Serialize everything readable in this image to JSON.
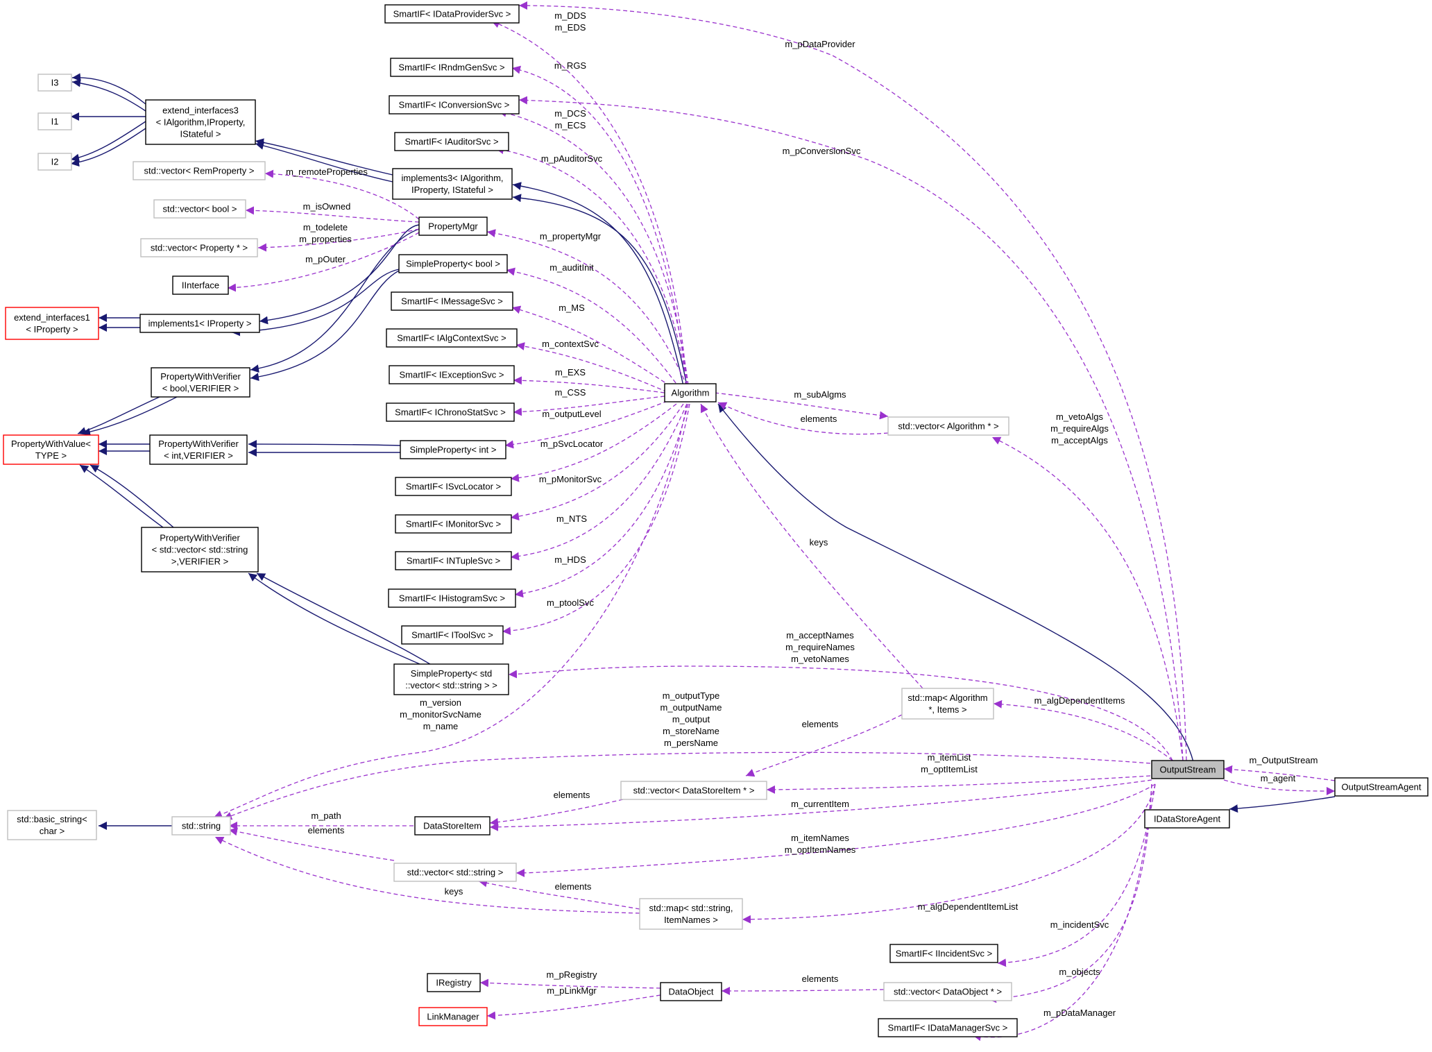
{
  "diagram": {
    "nodes": [
      {
        "id": "I3",
        "style": "g",
        "lines": [
          "I3"
        ]
      },
      {
        "id": "I1",
        "style": "g",
        "lines": [
          "I1"
        ]
      },
      {
        "id": "I2",
        "style": "g",
        "lines": [
          "I2"
        ]
      },
      {
        "id": "extend3",
        "style": "b",
        "lines": [
          "extend_interfaces3",
          "< IAlgorithm,IProperty,",
          "IStateful >"
        ]
      },
      {
        "id": "vecRemProp",
        "style": "g",
        "lines": [
          "std::vector< RemProperty >"
        ]
      },
      {
        "id": "vecBool",
        "style": "g",
        "lines": [
          "std::vector< bool >"
        ]
      },
      {
        "id": "vecPropPtr",
        "style": "g",
        "lines": [
          "std::vector< Property * >"
        ]
      },
      {
        "id": "IInterface",
        "style": "b",
        "lines": [
          "IInterface"
        ]
      },
      {
        "id": "extend1",
        "style": "r",
        "lines": [
          "extend_interfaces1",
          "< IProperty >"
        ]
      },
      {
        "id": "impl1",
        "style": "b",
        "lines": [
          "implements1< IProperty >"
        ]
      },
      {
        "id": "PWVbool",
        "style": "b",
        "lines": [
          "PropertyWithVerifier",
          "< bool,VERIFIER >"
        ]
      },
      {
        "id": "PWValue",
        "style": "r",
        "lines": [
          "PropertyWithValue<",
          "TYPE >"
        ]
      },
      {
        "id": "PWVint",
        "style": "b",
        "lines": [
          "PropertyWithVerifier",
          "< int,VERIFIER >"
        ]
      },
      {
        "id": "PWVvec",
        "style": "b",
        "lines": [
          "PropertyWithVerifier",
          "< std::vector< std::string",
          ">,VERIFIER >"
        ]
      },
      {
        "id": "basicString",
        "style": "g",
        "lines": [
          "std::basic_string<",
          "char >"
        ]
      },
      {
        "id": "stdString",
        "style": "g",
        "lines": [
          "std::string"
        ]
      },
      {
        "id": "sIDataProv",
        "style": "b",
        "lines": [
          "SmartIF< IDataProviderSvc >"
        ]
      },
      {
        "id": "sIRndm",
        "style": "b",
        "lines": [
          "SmartIF< IRndmGenSvc >"
        ]
      },
      {
        "id": "sIConv",
        "style": "b",
        "lines": [
          "SmartIF< IConversionSvc >"
        ]
      },
      {
        "id": "sIAudit",
        "style": "b",
        "lines": [
          "SmartIF< IAuditorSvc >"
        ]
      },
      {
        "id": "impl3",
        "style": "b",
        "lines": [
          "implements3< IAlgorithm,",
          "IProperty, IStateful >"
        ]
      },
      {
        "id": "PropertyMgr",
        "style": "b",
        "lines": [
          "PropertyMgr"
        ]
      },
      {
        "id": "SPbool",
        "style": "b",
        "lines": [
          "SimpleProperty< bool >"
        ]
      },
      {
        "id": "sIMsg",
        "style": "b",
        "lines": [
          "SmartIF< IMessageSvc >"
        ]
      },
      {
        "id": "sIAlgCtx",
        "style": "b",
        "lines": [
          "SmartIF< IAlgContextSvc >"
        ]
      },
      {
        "id": "sIExc",
        "style": "b",
        "lines": [
          "SmartIF< IExceptionSvc >"
        ]
      },
      {
        "id": "sIChrono",
        "style": "b",
        "lines": [
          "SmartIF< IChronoStatSvc >"
        ]
      },
      {
        "id": "SPint",
        "style": "b",
        "lines": [
          "SimpleProperty< int >"
        ]
      },
      {
        "id": "sISvcLoc",
        "style": "b",
        "lines": [
          "SmartIF< ISvcLocator >"
        ]
      },
      {
        "id": "sIMon",
        "style": "b",
        "lines": [
          "SmartIF< IMonitorSvc >"
        ]
      },
      {
        "id": "sINTuple",
        "style": "b",
        "lines": [
          "SmartIF< INTupleSvc >"
        ]
      },
      {
        "id": "sIHist",
        "style": "b",
        "lines": [
          "SmartIF< IHistogramSvc >"
        ]
      },
      {
        "id": "sITool",
        "style": "b",
        "lines": [
          "SmartIF< IToolSvc >"
        ]
      },
      {
        "id": "SPvec",
        "style": "b",
        "lines": [
          "SimpleProperty< std",
          "::vector< std::string > >"
        ]
      },
      {
        "id": "DataStoreItem",
        "style": "b",
        "lines": [
          "DataStoreItem"
        ]
      },
      {
        "id": "vecString",
        "style": "g",
        "lines": [
          "std::vector< std::string >"
        ]
      },
      {
        "id": "mapItemNames",
        "style": "g",
        "lines": [
          "std::map< std::string,",
          "ItemNames >"
        ]
      },
      {
        "id": "IRegistry",
        "style": "b",
        "lines": [
          "IRegistry"
        ]
      },
      {
        "id": "LinkManager",
        "style": "r",
        "lines": [
          "LinkManager"
        ]
      },
      {
        "id": "DataObject",
        "style": "b",
        "lines": [
          "DataObject"
        ]
      },
      {
        "id": "Algorithm",
        "style": "b",
        "lines": [
          "Algorithm"
        ]
      },
      {
        "id": "vecAlgPtr",
        "style": "g",
        "lines": [
          "std::vector< Algorithm * >"
        ]
      },
      {
        "id": "mapAlgItems",
        "style": "g",
        "lines": [
          "std::map< Algorithm",
          "*, Items >"
        ]
      },
      {
        "id": "vecDSIPtr",
        "style": "g",
        "lines": [
          "std::vector< DataStoreItem * >"
        ]
      },
      {
        "id": "vecDataObj",
        "style": "g",
        "lines": [
          "std::vector< DataObject * >"
        ]
      },
      {
        "id": "OutputStream",
        "style": "h",
        "lines": [
          "OutputStream"
        ]
      },
      {
        "id": "OutputStreamAgent",
        "style": "b",
        "lines": [
          "OutputStreamAgent"
        ]
      },
      {
        "id": "IDataStoreAgent",
        "style": "b",
        "lines": [
          "IDataStoreAgent"
        ]
      },
      {
        "id": "sIIncident",
        "style": "b",
        "lines": [
          "SmartIF< IIncidentSvc >"
        ]
      },
      {
        "id": "sIDataMgr",
        "style": "b",
        "lines": [
          "SmartIF< IDataManagerSvc >"
        ]
      }
    ],
    "edge_labels": [
      {
        "id": "e1",
        "lines": [
          "m_DDS",
          "m_EDS"
        ]
      },
      {
        "id": "e2",
        "lines": [
          "m_pDataProvider"
        ]
      },
      {
        "id": "e3",
        "lines": [
          "m_RGS"
        ]
      },
      {
        "id": "e4",
        "lines": [
          "m_DCS",
          "m_ECS"
        ]
      },
      {
        "id": "e5",
        "lines": [
          "m_pConversionSvc"
        ]
      },
      {
        "id": "e6",
        "lines": [
          "m_pAuditorSvc"
        ]
      },
      {
        "id": "e7",
        "lines": [
          "m_remoteProperties"
        ]
      },
      {
        "id": "e8",
        "lines": [
          "m_isOwned"
        ]
      },
      {
        "id": "e9",
        "lines": [
          "m_todelete",
          "m_properties"
        ]
      },
      {
        "id": "e10",
        "lines": [
          "m_pOuter"
        ]
      },
      {
        "id": "e11",
        "lines": [
          "m_propertyMgr"
        ]
      },
      {
        "id": "e12",
        "lines": [
          "m_auditInit"
        ]
      },
      {
        "id": "e13",
        "lines": [
          "m_MS"
        ]
      },
      {
        "id": "e14",
        "lines": [
          "m_contextSvc"
        ]
      },
      {
        "id": "e15",
        "lines": [
          "m_EXS"
        ]
      },
      {
        "id": "e16",
        "lines": [
          "m_CSS"
        ]
      },
      {
        "id": "e17",
        "lines": [
          "m_outputLevel"
        ]
      },
      {
        "id": "e18",
        "lines": [
          "m_pSvcLocator"
        ]
      },
      {
        "id": "e19",
        "lines": [
          "m_pMonitorSvc"
        ]
      },
      {
        "id": "e20",
        "lines": [
          "m_NTS"
        ]
      },
      {
        "id": "e21",
        "lines": [
          "m_HDS"
        ]
      },
      {
        "id": "e22",
        "lines": [
          "m_ptoolSvc"
        ]
      },
      {
        "id": "e23",
        "lines": [
          "m_subAlgms"
        ]
      },
      {
        "id": "e24",
        "lines": [
          "elements"
        ]
      },
      {
        "id": "e25",
        "lines": [
          "m_vetoAlgs",
          "m_requireAlgs",
          "m_acceptAlgs"
        ]
      },
      {
        "id": "e26",
        "lines": [
          "keys"
        ]
      },
      {
        "id": "e27",
        "lines": [
          "m_acceptNames",
          "m_requireNames",
          "m_vetoNames"
        ]
      },
      {
        "id": "e28",
        "lines": [
          "m_version",
          "m_monitorSvcName",
          "m_name"
        ]
      },
      {
        "id": "e29",
        "lines": [
          "m_outputType",
          "m_outputName",
          "m_output",
          "m_storeName",
          "m_persName"
        ]
      },
      {
        "id": "e30",
        "lines": [
          "m_algDependentItems"
        ]
      },
      {
        "id": "e31",
        "lines": [
          "elements"
        ]
      },
      {
        "id": "e32",
        "lines": [
          "m_itemList",
          "m_optItemList"
        ]
      },
      {
        "id": "e33",
        "lines": [
          "elements"
        ]
      },
      {
        "id": "e34",
        "lines": [
          "m_OutputStream"
        ]
      },
      {
        "id": "e35",
        "lines": [
          "m_agent"
        ]
      },
      {
        "id": "e36",
        "lines": [
          "m_path"
        ]
      },
      {
        "id": "e37",
        "lines": [
          "elements"
        ]
      },
      {
        "id": "e38",
        "lines": [
          "m_currentItem"
        ]
      },
      {
        "id": "e39",
        "lines": [
          "m_itemNames",
          "m_optItemNames"
        ]
      },
      {
        "id": "e40",
        "lines": [
          "elements"
        ]
      },
      {
        "id": "e41",
        "lines": [
          "keys"
        ]
      },
      {
        "id": "e42",
        "lines": [
          "m_algDependentItemList"
        ]
      },
      {
        "id": "e43",
        "lines": [
          "m_incidentSvc"
        ]
      },
      {
        "id": "e44",
        "lines": [
          "m_pRegistry"
        ]
      },
      {
        "id": "e45",
        "lines": [
          "m_pLinkMgr"
        ]
      },
      {
        "id": "e46",
        "lines": [
          "elements"
        ]
      },
      {
        "id": "e47",
        "lines": [
          "m_objects"
        ]
      },
      {
        "id": "e48",
        "lines": [
          "m_pDataManager"
        ]
      }
    ]
  }
}
